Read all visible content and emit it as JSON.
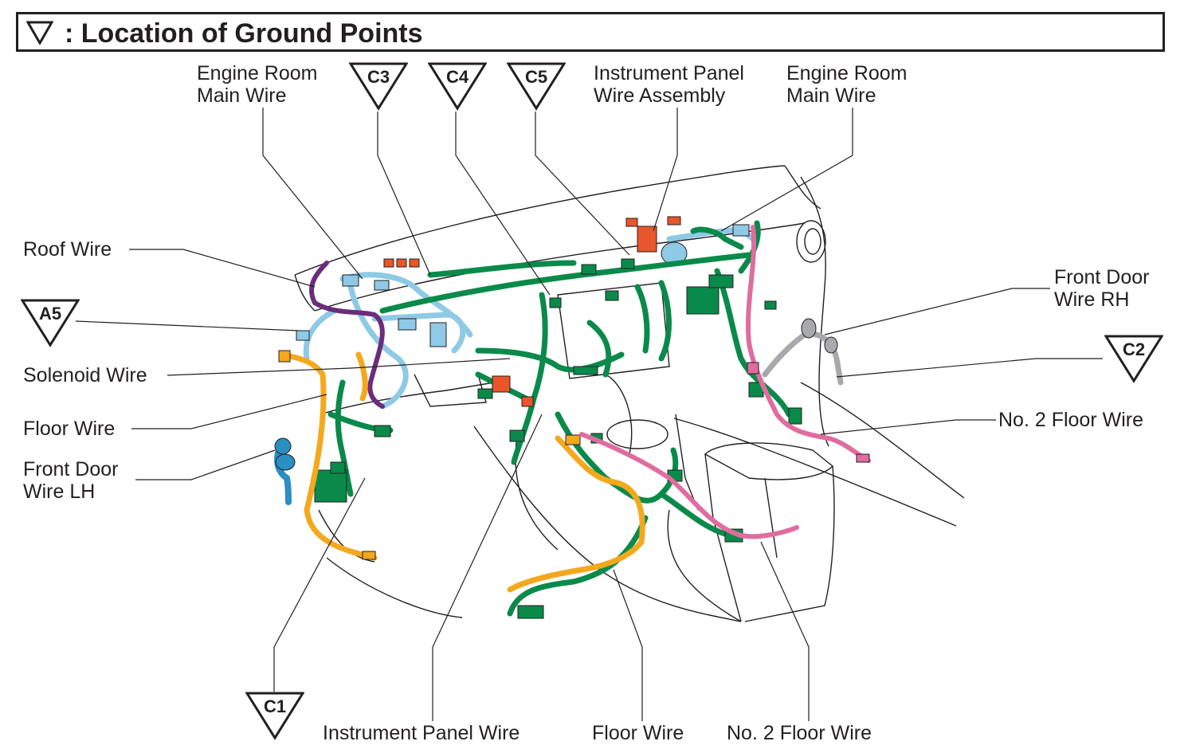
{
  "title": {
    "prefix": ":",
    "text": "Location of Ground Points"
  },
  "ground_points": [
    {
      "id": "C3",
      "label": "C3"
    },
    {
      "id": "C4",
      "label": "C4"
    },
    {
      "id": "C5",
      "label": "C5"
    },
    {
      "id": "A5",
      "label": "A5"
    },
    {
      "id": "C2",
      "label": "C2"
    },
    {
      "id": "C1",
      "label": "C1"
    }
  ],
  "labels": {
    "engine_room_main_wire_left": [
      "Engine Room",
      "Main Wire"
    ],
    "instrument_panel_wire_assembly": [
      "Instrument Panel",
      "Wire Assembly"
    ],
    "engine_room_main_wire_right": [
      "Engine Room",
      "Main Wire"
    ],
    "roof_wire": "Roof Wire",
    "front_door_wire_rh": [
      "Front Door",
      "Wire RH"
    ],
    "solenoid_wire": "Solenoid Wire",
    "no2_floor_wire_right": "No. 2 Floor Wire",
    "floor_wire_left": "Floor Wire",
    "front_door_wire_lh": [
      "Front Door",
      "Wire LH"
    ],
    "instrument_panel_wire": "Instrument Panel Wire",
    "floor_wire_bottom": "Floor Wire",
    "no2_floor_wire_bottom": "No. 2 Floor Wire"
  },
  "colors": {
    "ink": "#231f20",
    "engine_room_wire": "#8ecae6",
    "instrument_panel_wire": "#0a8a4a",
    "floor_wire": "#f4a81d",
    "no2_floor_wire": "#e06c9f",
    "roof_wire": "#6b2d7b",
    "connector_orange": "#e8562a",
    "front_door_lh": "#2a8fc1",
    "front_door_rh": "#a7a9ac"
  }
}
